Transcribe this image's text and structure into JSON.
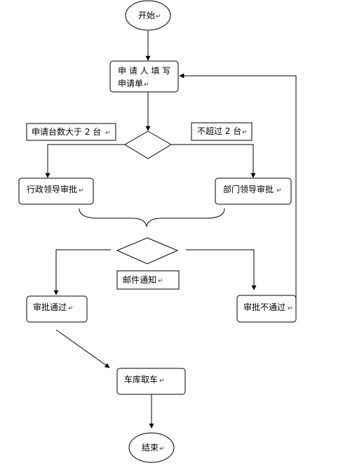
{
  "nodes": {
    "start": "开始",
    "fill_form_line1": "申 请 人 填 写",
    "fill_form_line2": "申请单",
    "label_more_than_2": "申请台数大于 2 台",
    "label_not_exceed_2": "不超过 2 台",
    "admin_approval": "行政领导审批",
    "dept_approval": "部门领导审批",
    "email_notice": "邮件通知",
    "approved": "审批通过",
    "rejected": "审批不通过",
    "garage_pickup": "车库取车",
    "end": "结束"
  },
  "paragraph_mark": "↵"
}
